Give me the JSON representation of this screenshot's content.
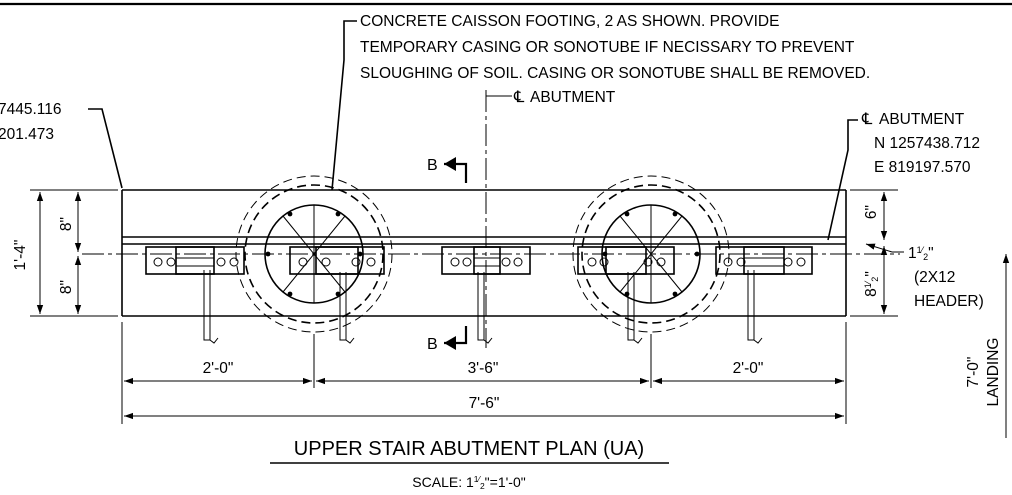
{
  "title": "UPPER STAIR ABUTMENT PLAN (UA)",
  "scale": {
    "prefix": "SCALE: 1",
    "num": "1",
    "den": "2",
    "suffix": "\"=1'-0\""
  },
  "notes": {
    "caisson_line1": "CONCRETE CAISSON FOOTING, 2 AS SHOWN.  PROVIDE",
    "caisson_line2": "TEMPORARY CASING OR SONOTUBE IF NECISSARY TO PREVENT",
    "caisson_line3": "SLOUGHING OF SOIL.  CASING OR SONOTUBE SHALL BE REMOVED.",
    "cl_abutment_top": "ABUTMENT",
    "cl_abutment_right": "ABUTMENT",
    "cl_symbol": "℄",
    "coord_left_1": "7445.116",
    "coord_left_2": "201.473",
    "coord_right_n": "N 1257438.712",
    "coord_right_e": "E 819197.570",
    "header_whole": "1",
    "header_num": "1",
    "header_den": "2",
    "header_inch": "\"",
    "header_line2": "(2X12",
    "header_line3": "HEADER)"
  },
  "section_marks": {
    "top": "B",
    "bottom": "B"
  },
  "dimensions": {
    "left_total": "1'-4\"",
    "left_upper": "8\"",
    "left_lower": "8\"",
    "right_upper": "6\"",
    "right_lower_whole": "8",
    "right_lower_num": "1",
    "right_lower_den": "2",
    "right_lower_inch": "\"",
    "bottom_left": "2'-0\"",
    "bottom_mid": "3'-6\"",
    "bottom_right": "2'-0\"",
    "bottom_total": "7'-6\"",
    "landing_value": "7'-0\"",
    "landing_label": "LANDING"
  }
}
